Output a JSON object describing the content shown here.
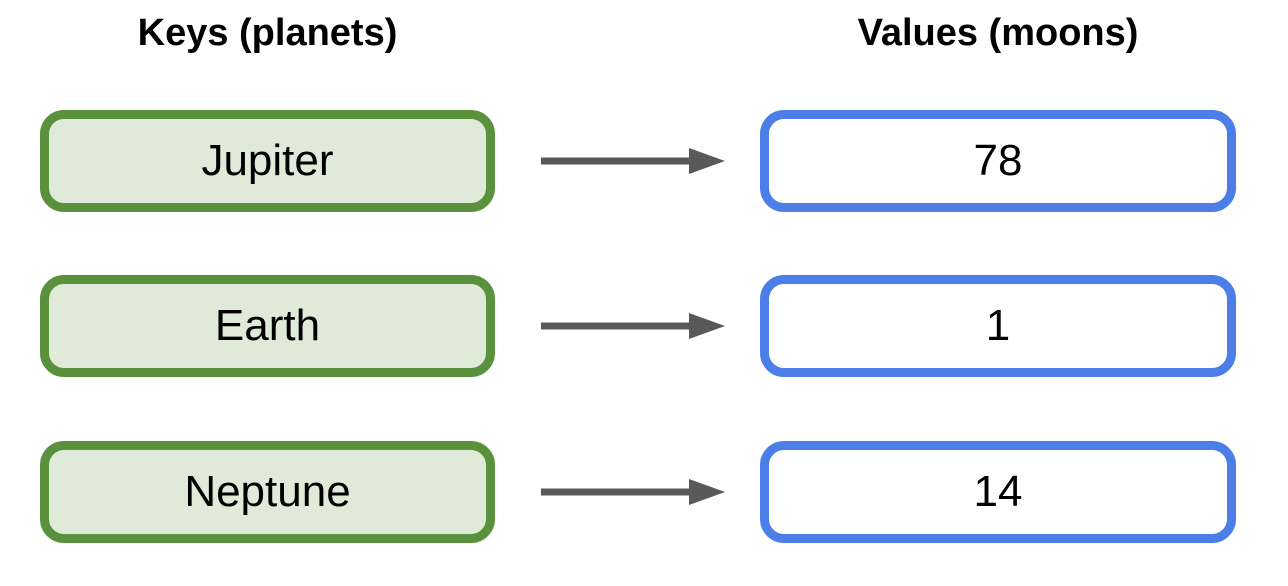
{
  "headers": {
    "keys": "Keys (planets)",
    "values": "Values (moons)"
  },
  "mapping": {
    "rows": [
      {
        "key": "Jupiter",
        "value": "78"
      },
      {
        "key": "Earth",
        "value": "1"
      },
      {
        "key": "Neptune",
        "value": "14"
      }
    ]
  },
  "icons": {
    "arrow": "right-arrow"
  },
  "colors": {
    "key_box_border": "#5a913c",
    "key_box_fill": "#dfead9",
    "value_box_border": "#4b7ee6",
    "value_box_fill": "#ffffff",
    "arrow": "#595959",
    "text": "#000000",
    "background": "#ffffff"
  }
}
